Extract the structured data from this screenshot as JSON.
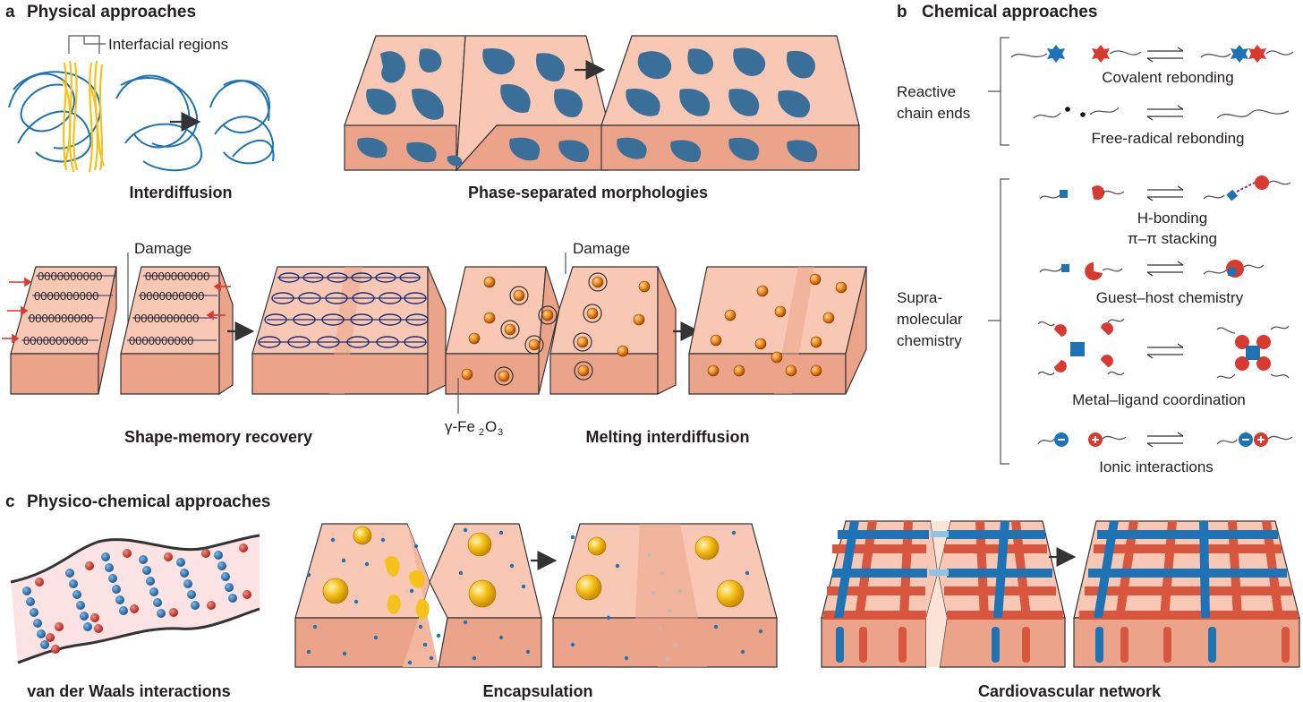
{
  "panel_a": {
    "letter": "a",
    "title": "Physical approaches",
    "interfacial_label": "Interfacial regions",
    "interdiffusion": "Interdiffusion",
    "phase_separated": "Phase-separated morphologies",
    "damage_1": "Damage",
    "damage_2": "Damage",
    "shape_memory": "Shape-memory recovery",
    "fe_prefix": "γ-Fe",
    "fe_sub1": "2",
    "fe_mid": "O",
    "fe_sub2": "3",
    "melting": "Melting interdiffusion"
  },
  "panel_b": {
    "letter": "b",
    "title": "Chemical approaches",
    "reactive_line1": "Reactive",
    "reactive_line2": "chain ends",
    "covalent": "Covalent rebonding",
    "free_radical": "Free-radical rebonding",
    "supra_line1": "Supra-",
    "supra_line2": "molecular",
    "supra_line3": "chemistry",
    "h_bonding": "H-bonding",
    "pi_stacking": "π–π stacking",
    "guest_host": "Guest–host chemistry",
    "metal_ligand": "Metal–ligand coordination",
    "ionic": "Ionic interactions"
  },
  "panel_c": {
    "letter": "c",
    "title": "Physico-chemical approaches",
    "vdw": "van der Waals interactions",
    "encapsulation": "Encapsulation",
    "cardio": "Cardiovascular network"
  },
  "colors": {
    "block_face": "#f8c8b4",
    "block_side": "#eba48a",
    "block_top": "#fbd8c8",
    "blue": "#1e73b4",
    "red": "#d83a2f",
    "yellow": "#f4c21a",
    "orange": "#ee8a1e",
    "navy": "#1b2f78"
  }
}
